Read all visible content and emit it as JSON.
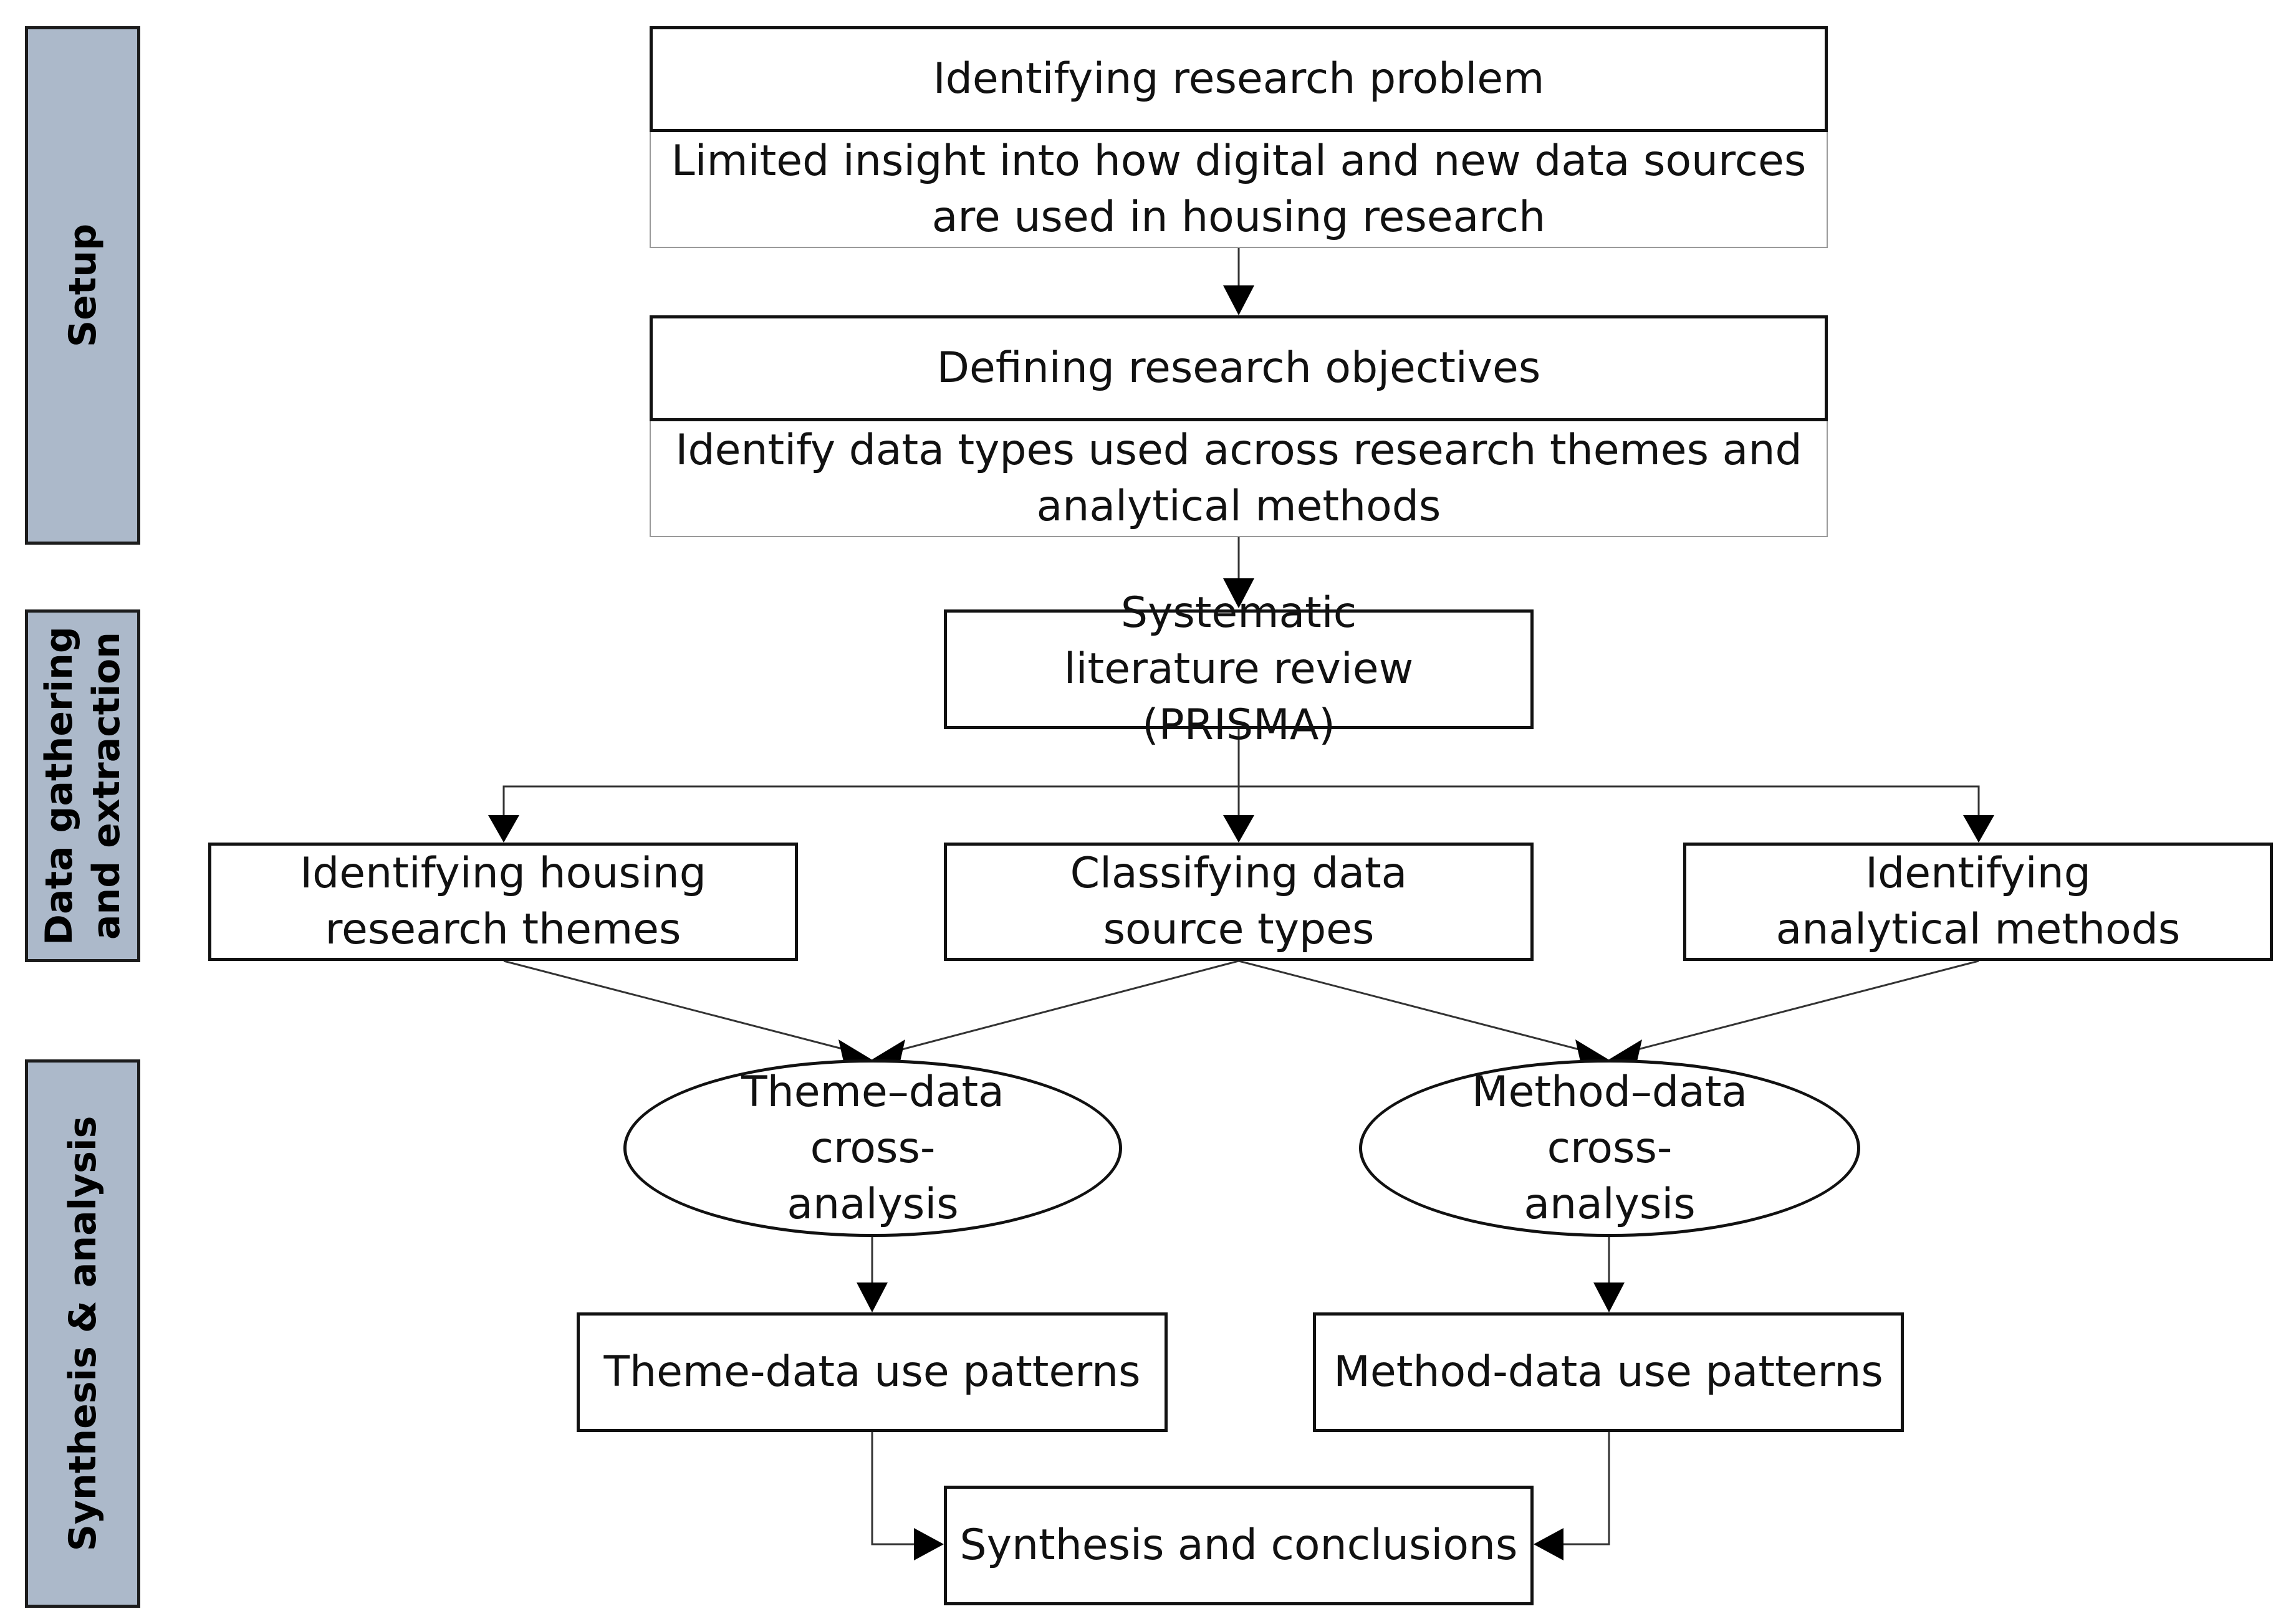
{
  "phases": {
    "setup": "Setup",
    "gathering": "Data gathering\nand extraction",
    "synthesis": "Synthesis & analysis"
  },
  "nodes": {
    "research_problem": {
      "title": "Identifying research problem",
      "detail": "Limited insight into how digital and new data sources are used in housing research"
    },
    "research_objectives": {
      "title": "Defining research objectives",
      "detail": "Identify data types used across research themes and analytical methods"
    },
    "slr": "Systematic literature review (PRISMA)",
    "themes": "Identifying housing research themes",
    "data_types": "Classifying data source types",
    "methods": "Identifying analytical methods",
    "theme_cross": "Theme–data cross-analysis",
    "method_cross": "Method–data cross-analysis",
    "theme_patterns": "Theme-data use patterns",
    "method_patterns": "Method-data use patterns",
    "conclusions": "Synthesis and conclusions"
  }
}
